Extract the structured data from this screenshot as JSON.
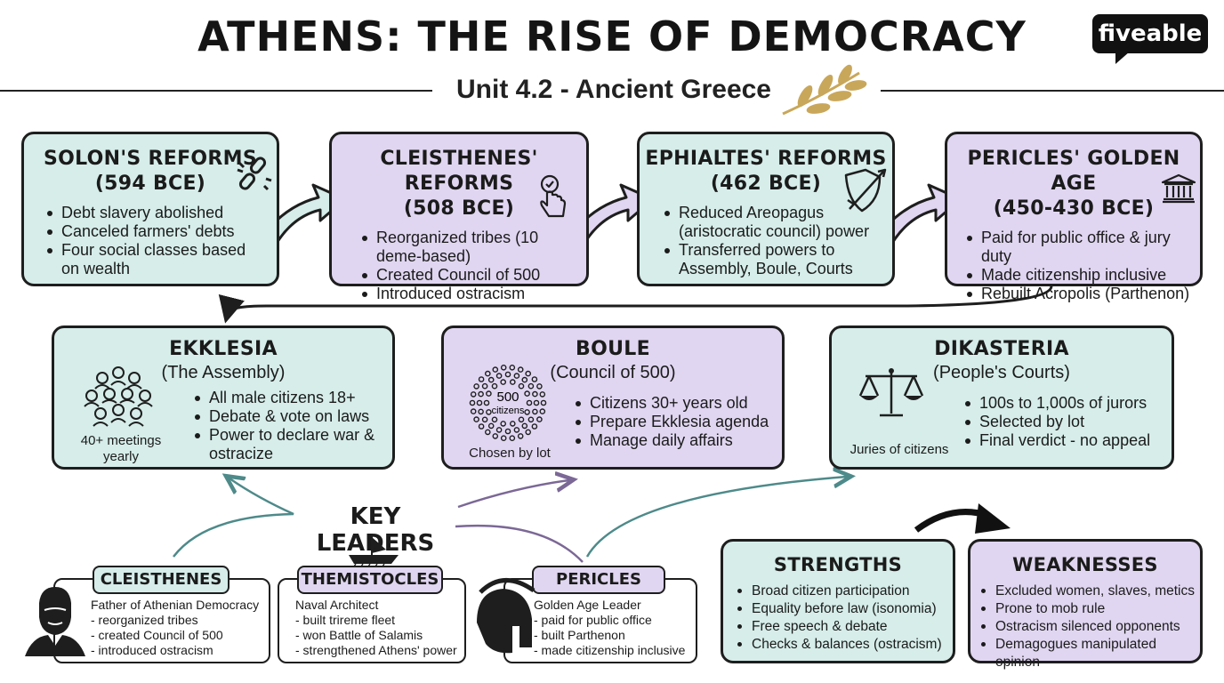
{
  "header": {
    "title": "ATHENS: THE RISE OF DEMOCRACY",
    "subtitle": "Unit 4.2 - Ancient Greece",
    "logo": "fiveable"
  },
  "colors": {
    "teal": "#d6ede9",
    "lavender": "#e0d6f1",
    "olive": "#c9a75a",
    "arrow_teal": "#4e8a8a",
    "arrow_purple": "#7b6896",
    "outline": "#1e1e1e"
  },
  "timeline": [
    {
      "title": "SOLON'S REFORMS",
      "date": "(594 BCE)",
      "icon": "broken-chain-icon",
      "bullets": [
        "Debt slavery abolished",
        "Canceled farmers' debts",
        "Four social classes based on wealth"
      ]
    },
    {
      "title": "CLEISTHENES' REFORMS",
      "date": "(508 BCE)",
      "icon": "ballot-hand-icon",
      "bullets": [
        "Reorganized tribes (10 deme-based)",
        "Created Council of 500",
        "Introduced ostracism"
      ]
    },
    {
      "title": "EPHIALTES' REFORMS",
      "date": "(462 BCE)",
      "icon": "shield-sword-icon",
      "bullets": [
        "Reduced Areopagus (aristocratic council) power",
        "Transferred powers to Assembly, Boule, Courts"
      ]
    },
    {
      "title": "PERICLES' GOLDEN AGE",
      "date": "(450-430 BCE)",
      "icon": "temple-icon",
      "bullets": [
        "Paid for public office & jury duty",
        "Made citizenship inclusive",
        "Rebuilt Acropolis (Parthenon)"
      ]
    }
  ],
  "institutions": [
    {
      "title": "EKKLESIA",
      "subtitle": "(The Assembly)",
      "icon": "crowd-icon",
      "caption": "40+ meetings yearly",
      "bullets": [
        "All male citizens 18+",
        "Debate & vote on laws",
        "Power to declare war & ostracize"
      ]
    },
    {
      "title": "BOULE",
      "subtitle": "(Council of 500)",
      "icon": "council-circle-icon",
      "icon_label_number": "500",
      "icon_label_word": "citizens",
      "caption": "Chosen by lot",
      "bullets": [
        "Citizens 30+ years old",
        "Prepare Ekklesia agenda",
        "Manage daily affairs"
      ]
    },
    {
      "title": "DIKASTERIA",
      "subtitle": "(People's Courts)",
      "icon": "scales-icon",
      "caption": "Juries of citizens",
      "bullets": [
        "100s to 1,000s of jurors",
        "Selected by lot",
        "Final verdict - no appeal"
      ]
    }
  ],
  "key_leaders": {
    "heading": "KEY LEADERS",
    "leaders": [
      {
        "name": "CLEISTHENES",
        "icon": "bearded-man-icon",
        "role": "Father of Athenian Democracy",
        "items": [
          "- reorganized tribes",
          "- created Council of 500",
          "- introduced ostracism"
        ]
      },
      {
        "name": "THEMISTOCLES",
        "icon": "trireme-icon",
        "role": "Naval Architect",
        "items": [
          "- built trireme fleet",
          "- won Battle of Salamis",
          "- strengthened Athens' power"
        ]
      },
      {
        "name": "PERICLES",
        "icon": "spartan-helmet-icon",
        "role": "Golden Age Leader",
        "items": [
          "- paid for public office",
          "- built Parthenon",
          "- made citizenship inclusive"
        ]
      }
    ]
  },
  "strengths": {
    "title": "STRENGTHS",
    "bullets": [
      "Broad citizen participation",
      "Equality before law (isonomia)",
      "Free speech & debate",
      "Checks & balances (ostracism)"
    ]
  },
  "weaknesses": {
    "title": "WEAKNESSES",
    "bullets": [
      "Excluded women, slaves, metics",
      "Prone to mob rule",
      "Ostracism silenced opponents",
      "Demagogues manipulated opinion"
    ]
  }
}
